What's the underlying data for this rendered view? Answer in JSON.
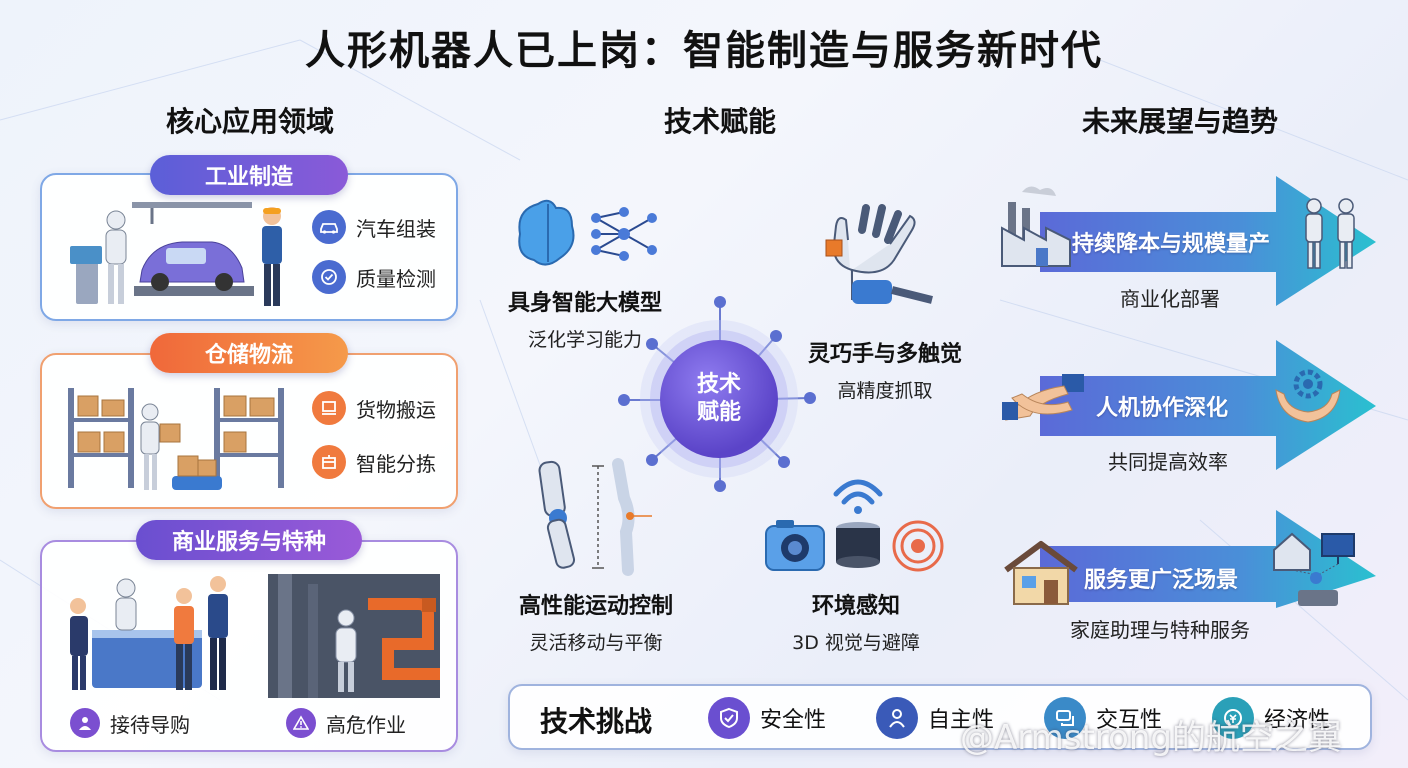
{
  "title": "人形机器人已上岗：智能制造与服务新时代",
  "columns": {
    "left": "核心应用领域",
    "center": "技术赋能",
    "right": "未来展望与趋势"
  },
  "left_cards": [
    {
      "label": "工业制造",
      "items": [
        {
          "text": "汽车组装",
          "icon": "car-icon"
        },
        {
          "text": "质量检测",
          "icon": "check-badge-icon"
        }
      ]
    },
    {
      "label": "仓储物流",
      "items": [
        {
          "text": "货物搬运",
          "icon": "cart-icon"
        },
        {
          "text": "智能分拣",
          "icon": "package-icon"
        }
      ]
    },
    {
      "label": "商业服务与特种",
      "items": [
        {
          "text": "接待导购",
          "icon": "person-icon"
        },
        {
          "text": "高危作业",
          "icon": "warning-icon"
        }
      ]
    }
  ],
  "hub": {
    "line1": "技术",
    "line2": "赋能"
  },
  "tech": [
    {
      "title": "具身智能大模型",
      "sub": "泛化学习能力"
    },
    {
      "title": "灵巧手与多触觉",
      "sub": "高精度抓取"
    },
    {
      "title": "高性能运动控制",
      "sub": "灵活移动与平衡"
    },
    {
      "title": "环境感知",
      "sub": "3D 视觉与避障"
    }
  ],
  "trends": [
    {
      "title": "持续降本与规模量产",
      "sub": "商业化部署"
    },
    {
      "title": "人机协作深化",
      "sub": "共同提高效率"
    },
    {
      "title": "服务更广泛场景",
      "sub": "家庭助理与特种服务"
    }
  ],
  "challenges": {
    "title": "技术挑战",
    "items": [
      {
        "text": "安全性",
        "icon": "shield-icon"
      },
      {
        "text": "自主性",
        "icon": "robot-icon"
      },
      {
        "text": "交互性",
        "icon": "chat-icon"
      },
      {
        "text": "经济性",
        "icon": "money-icon"
      }
    ]
  },
  "watermark": "@Armstrong的航空之翼",
  "colors": {
    "industrial": "#6a5cd6",
    "logistics": "#f07a3e",
    "service": "#7b4fd0",
    "arrow": "#4a8fd8",
    "hub": "#5b44c8"
  }
}
